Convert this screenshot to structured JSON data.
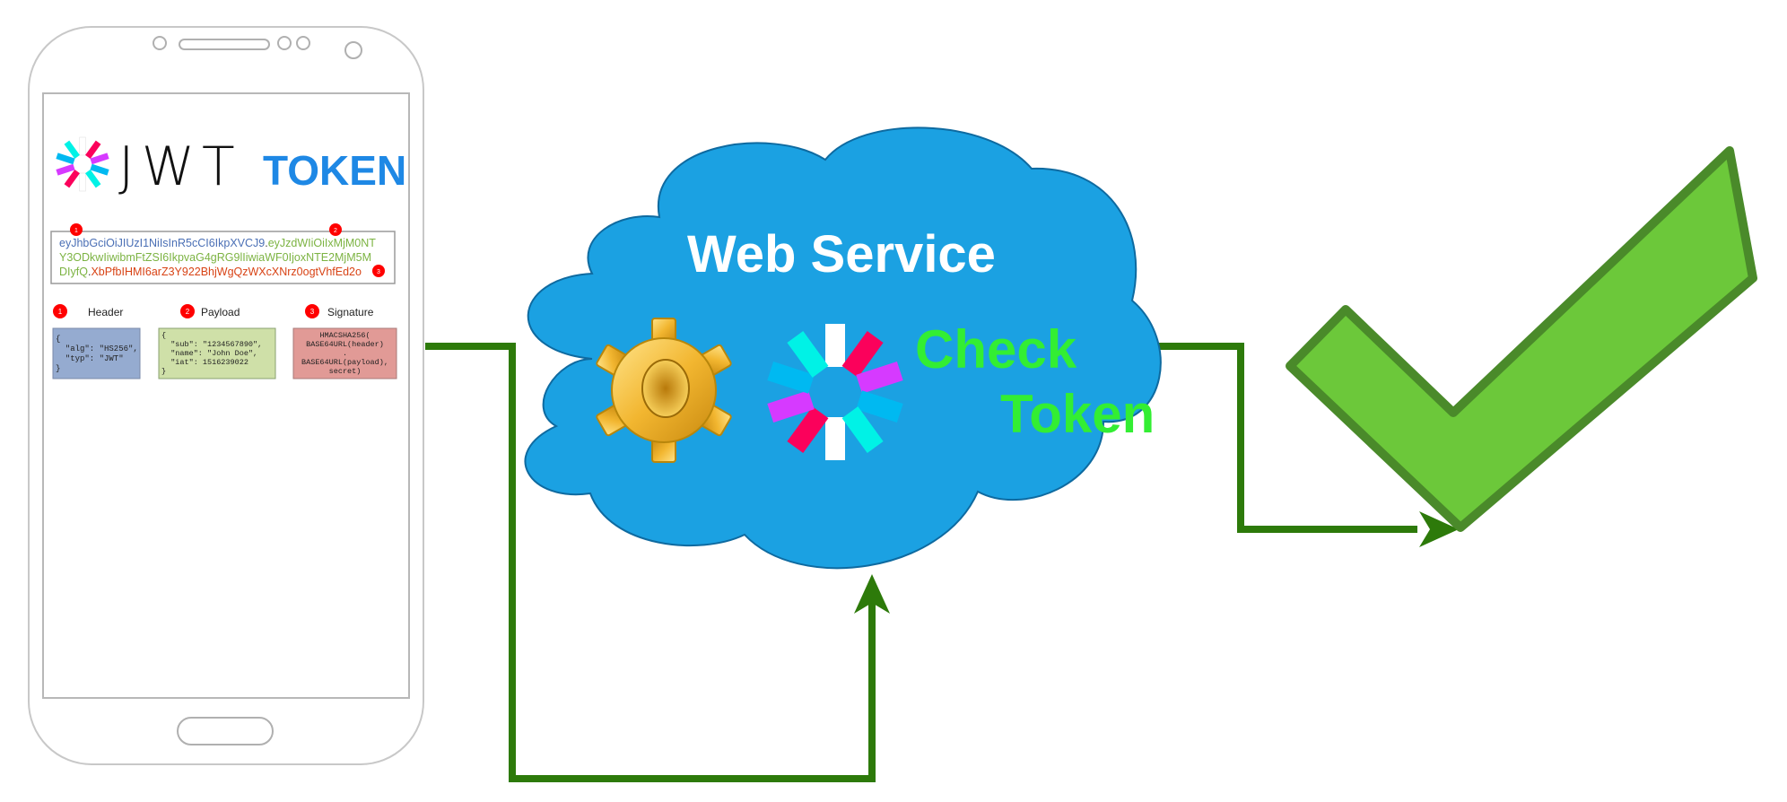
{
  "phone": {
    "logo_text": "JWT",
    "logo_suffix": "TOKEN",
    "encoded_token": {
      "header": "eyJhbGciOiJIUzI1NiIsInR5cCI6IkpXVCJ9",
      "payload_part1": "eyJzdWIiOiIxMjM0NT",
      "payload_part2": "Y3ODkwIiwibmFtZSI6IkpvaG4gRG9lIiwiaWF0IjoxNTE2MjM5M",
      "payload_part3": "DIyfQ",
      "signature": "XbPfbIHMI6arZ3Y922BhjWgQzWXcXNrz0ogtVhfEd2o"
    },
    "sections": [
      {
        "number": "1",
        "label": "Header",
        "lines": [
          "{",
          "  \"alg\": \"HS256\",",
          "  \"typ\": \"JWT\"",
          "}"
        ]
      },
      {
        "number": "2",
        "label": "Payload",
        "lines": [
          "{",
          "  \"sub\": \"1234567890\",",
          "  \"name\": \"John Doe\",",
          "  \"iat\": 1516239022",
          "}"
        ]
      },
      {
        "number": "3",
        "label": "Signature",
        "lines": [
          "HMACSHA256(",
          "BASE64URL(header)",
          ".",
          "BASE64URL(payload),",
          "secret)"
        ]
      }
    ]
  },
  "cloud": {
    "title": "Web Service",
    "check_line1": "Check",
    "check_line2": "Token"
  },
  "colors": {
    "cloud_fill": "#1ba1e2",
    "arrow_green": "#2d7a0a",
    "check_fill": "#6cc83a",
    "check_stroke": "#4a8a2a",
    "token_blue": "#1e88e5",
    "check_text": "#33ee33",
    "header_color": "#4a6fb5",
    "payload_color": "#7cb342",
    "signature_color": "#d84315",
    "header_box": "#95abd0",
    "payload_box": "#cfe0a8",
    "signature_box": "#e19a96"
  },
  "icons": [
    "jwt-logo-icon",
    "gear-icon",
    "checkmark-icon"
  ]
}
